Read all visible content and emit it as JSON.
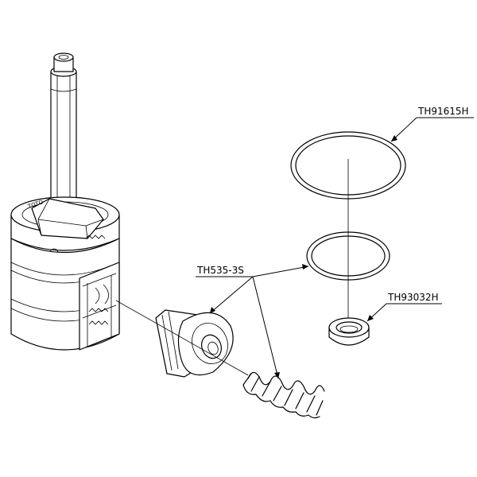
{
  "labels": {
    "part_large_oring": "TH91615H",
    "part_valve_spring": "TH535-3S",
    "part_small_seal": "TH93032H"
  },
  "brand": "TOTO"
}
